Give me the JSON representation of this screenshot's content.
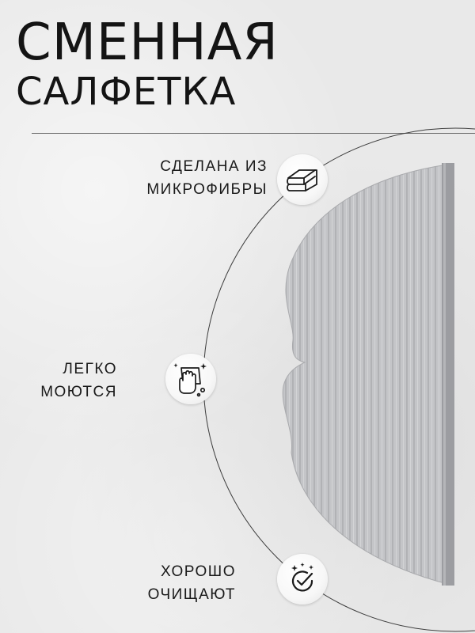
{
  "title": {
    "line1": "СМЕННАЯ",
    "line2": "САЛФЕТКА"
  },
  "features": [
    {
      "icon": "folded-towel-icon",
      "lines": [
        "СДЕЛАНА ИЗ",
        "МИКРОФИБРЫ"
      ]
    },
    {
      "icon": "hand-wipe-sparkle-icon",
      "lines": [
        "ЛЕГКО",
        "МОЮТСЯ"
      ]
    },
    {
      "icon": "checkmark-sparkle-icon",
      "lines": [
        "ХОРОШО",
        "ОЧИЩАЮТ"
      ]
    }
  ],
  "colors": {
    "background": "#e9e9e9",
    "text": "#141414",
    "pad": "#c2c3c6",
    "pad_edge": "#9fa0a4",
    "line": "#6a6a6a"
  }
}
